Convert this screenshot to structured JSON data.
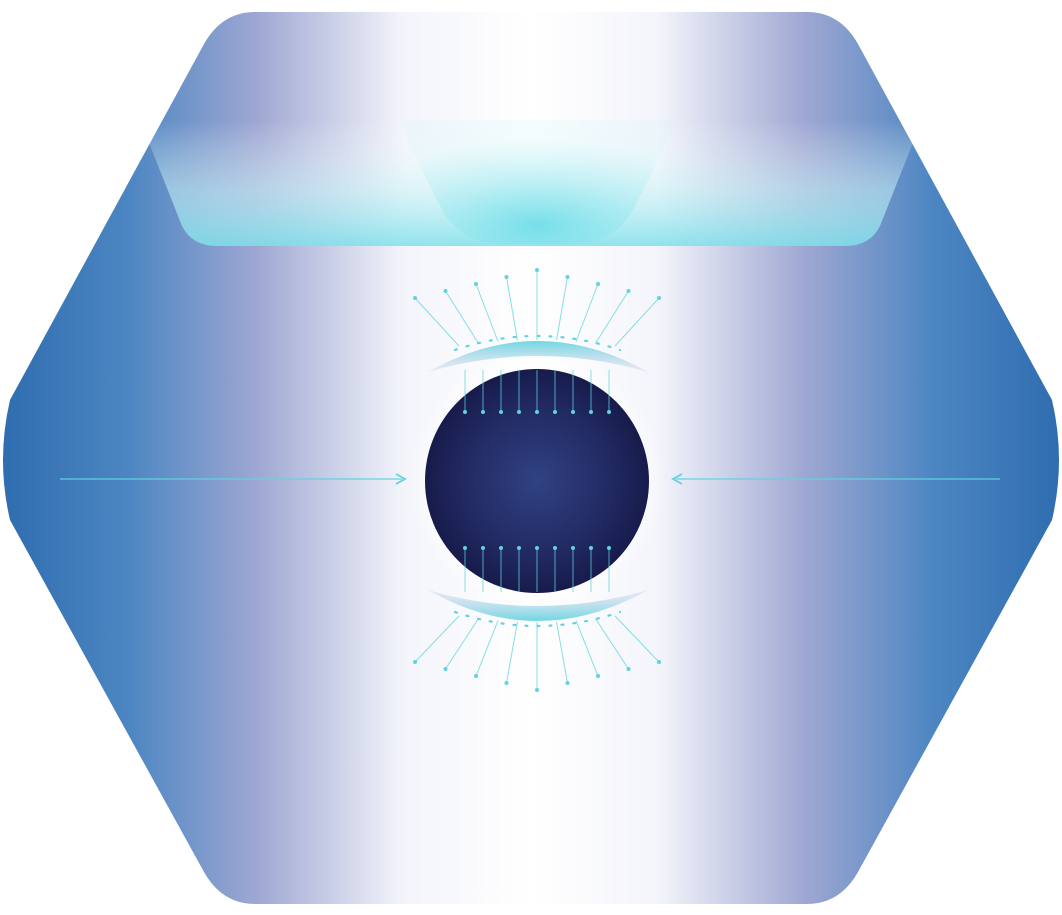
{
  "illustration": {
    "shape": "hexagon",
    "colors": {
      "page_background": "#ffffff",
      "hexagon_edge_blue": "#3d78b6",
      "hexagon_mid_lavender": "#aab1d6",
      "hexagon_center_white": "#ffffff",
      "top_band_cyan": "#8fe6ef",
      "sphere_core": "#2a3470",
      "sphere_rim": "#1a1f52",
      "field_line_cyan": "#5fd3df"
    },
    "elements": {
      "top_band": "cyan-glow-band",
      "central_sphere": "dark-navy-orb",
      "upper_lens": "curved-plate-top",
      "lower_lens": "curved-plate-bottom",
      "field_lines": "radiating-dotted-lines",
      "left_arrow": "arrow-pointing-right",
      "right_arrow": "arrow-pointing-left"
    }
  }
}
